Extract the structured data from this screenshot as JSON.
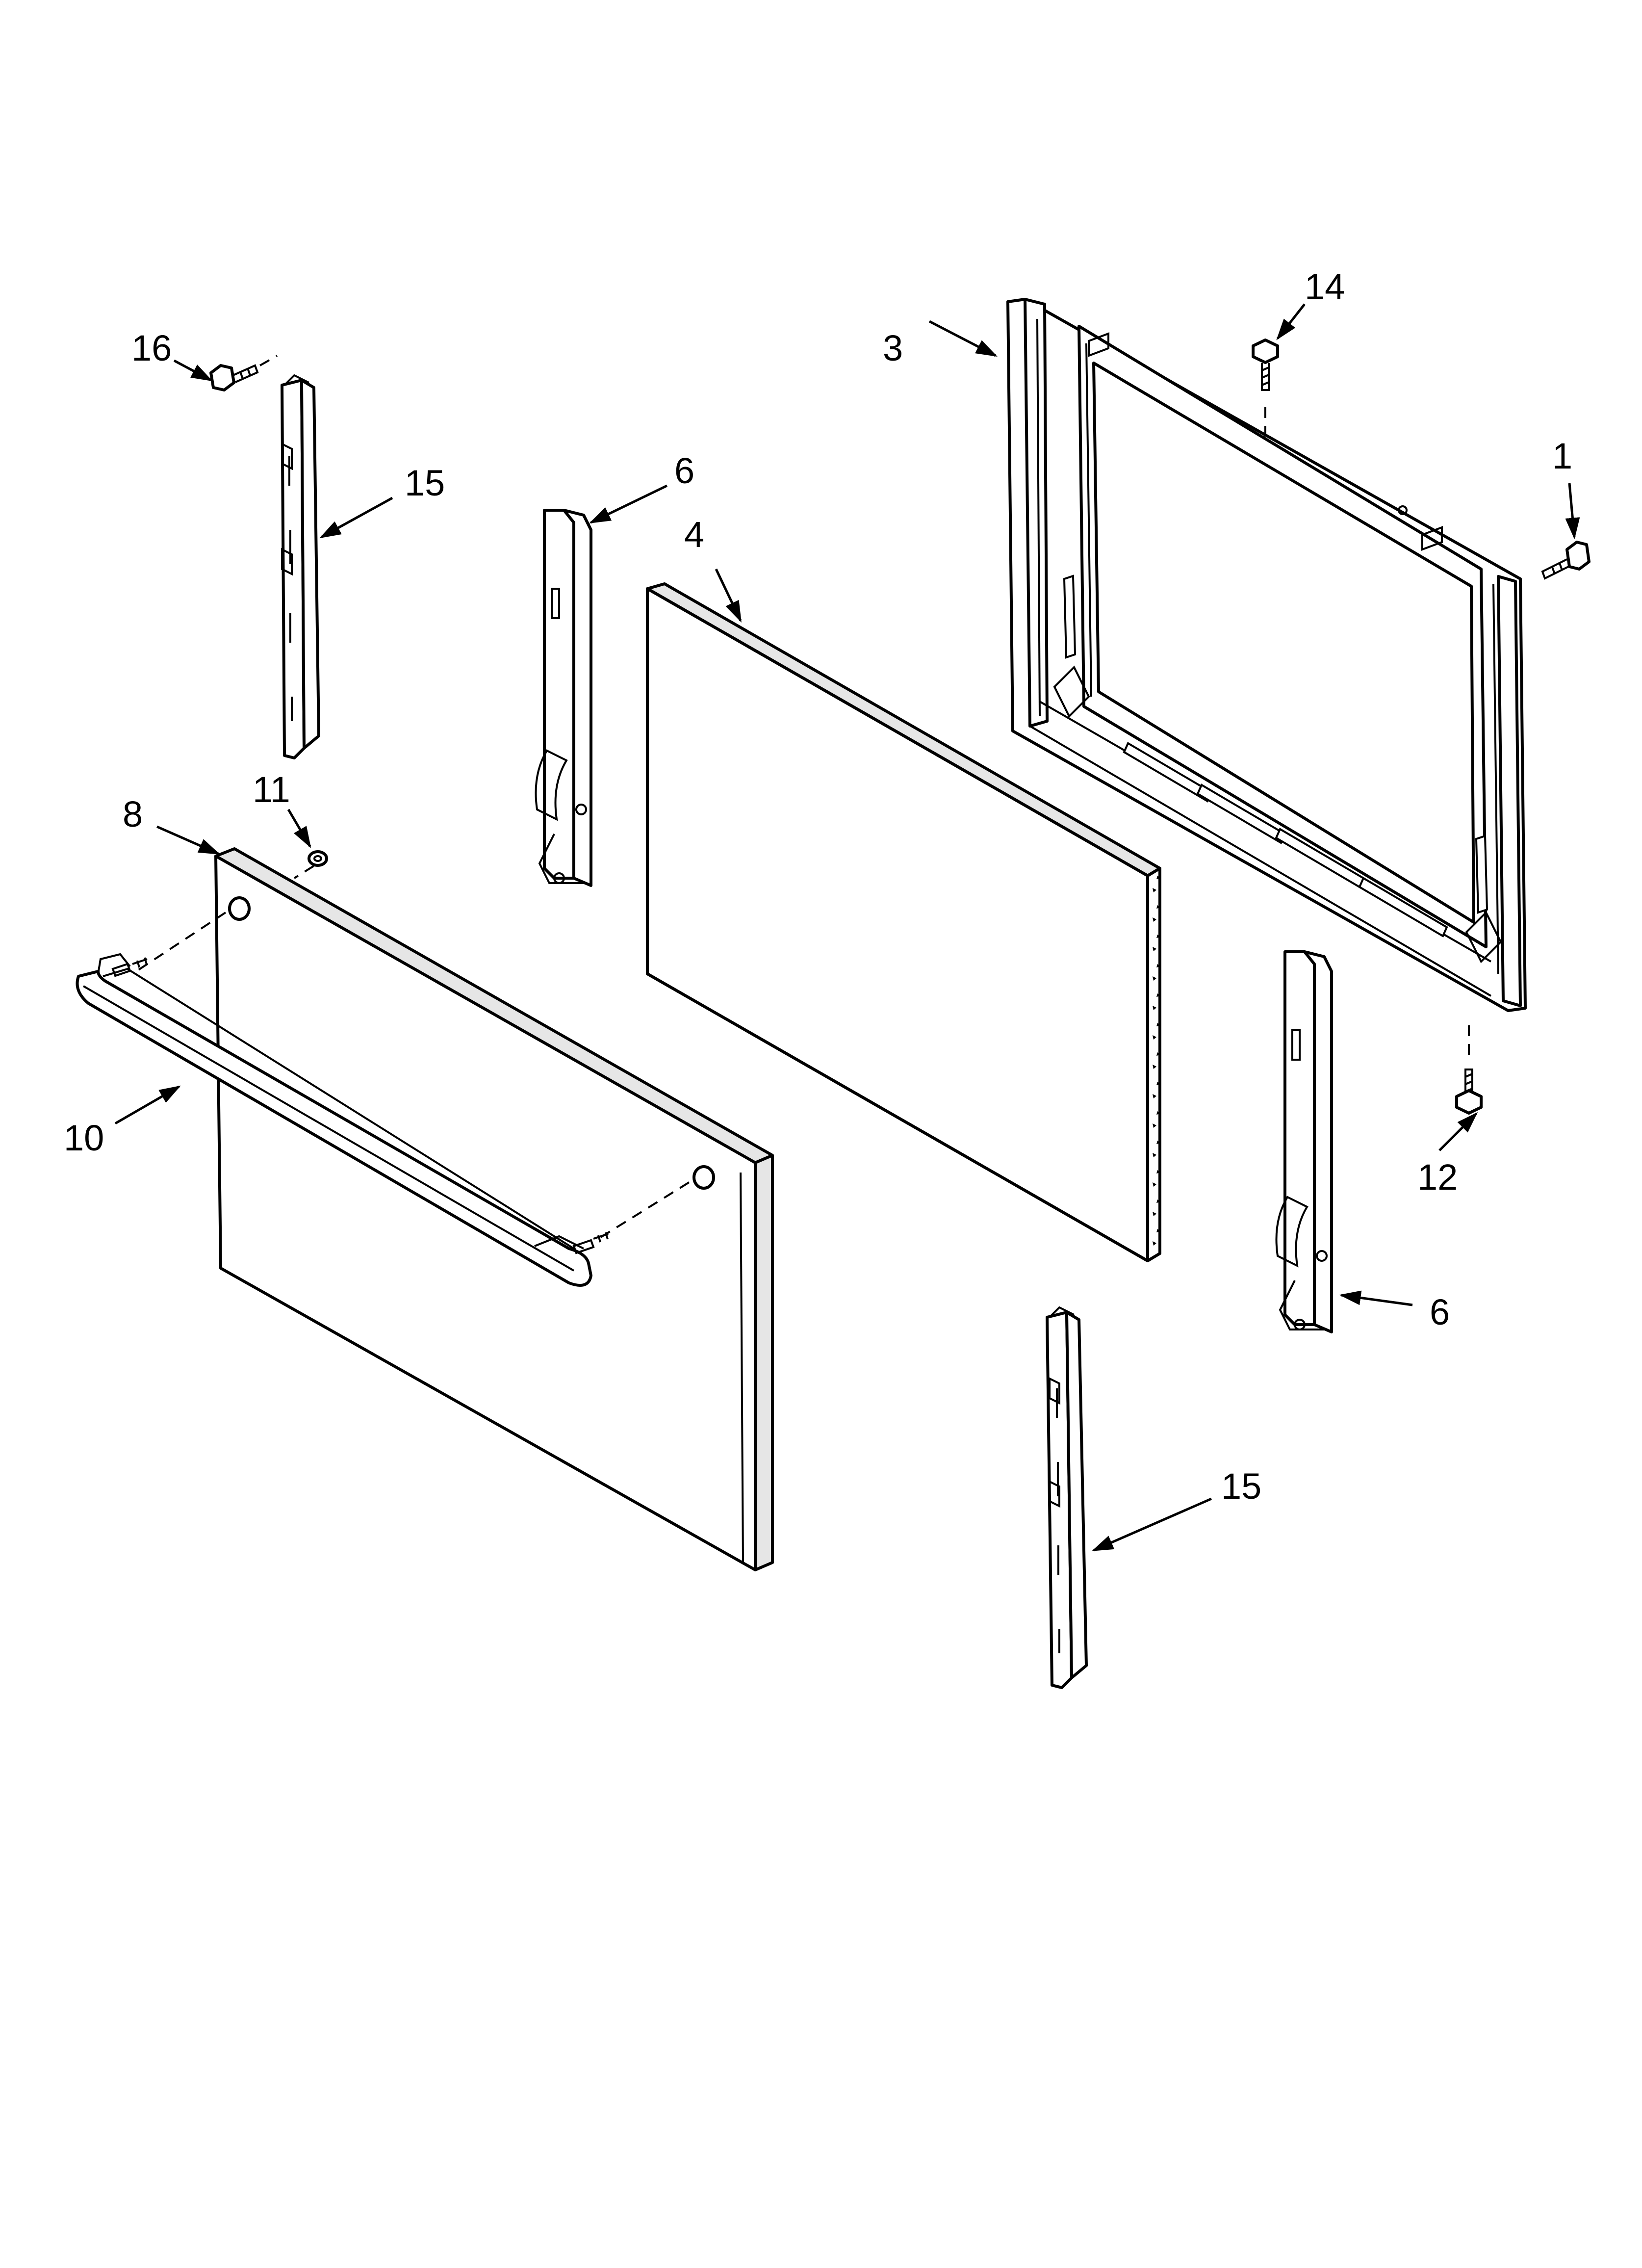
{
  "callouts": [
    {
      "id": "c1",
      "label": "1"
    },
    {
      "id": "c3",
      "label": "3"
    },
    {
      "id": "c4",
      "label": "4"
    },
    {
      "id": "c6a",
      "label": "6"
    },
    {
      "id": "c6b",
      "label": "6"
    },
    {
      "id": "c8",
      "label": "8"
    },
    {
      "id": "c10",
      "label": "10"
    },
    {
      "id": "c11",
      "label": "11"
    },
    {
      "id": "c12",
      "label": "12"
    },
    {
      "id": "c14",
      "label": "14"
    },
    {
      "id": "c15a",
      "label": "15"
    },
    {
      "id": "c15b",
      "label": "15"
    },
    {
      "id": "c16",
      "label": "16"
    }
  ]
}
